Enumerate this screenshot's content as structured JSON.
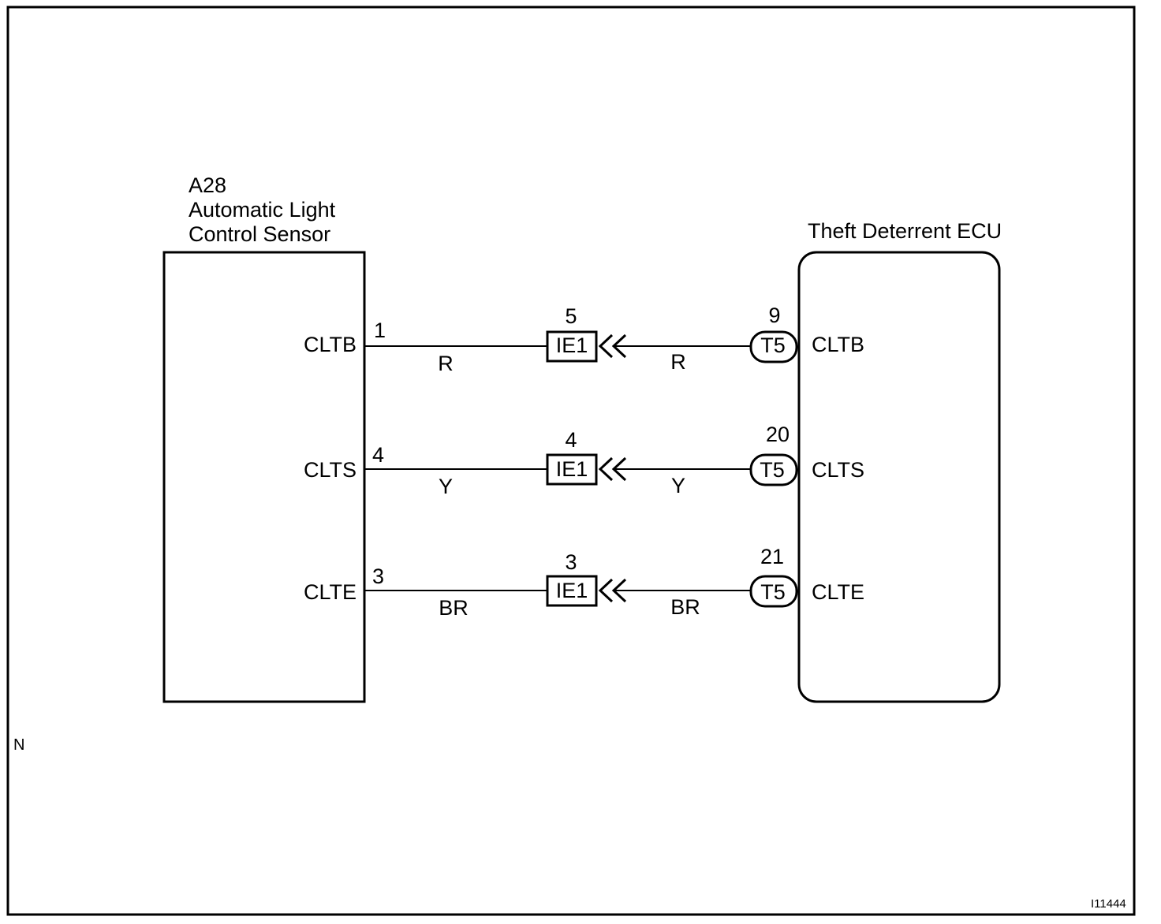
{
  "sensor": {
    "code": "A28",
    "name_line1": "Automatic Light",
    "name_line2": "Control Sensor"
  },
  "ecu": {
    "name": "Theft Deterrent ECU"
  },
  "circuits": [
    {
      "sensor_terminal": "CLTB",
      "sensor_pin": "1",
      "wire_left": "R",
      "junction": "IE1",
      "junction_pin": "5",
      "wire_right": "R",
      "ecu_connector": "T5",
      "ecu_pin": "9",
      "ecu_terminal": "CLTB"
    },
    {
      "sensor_terminal": "CLTS",
      "sensor_pin": "4",
      "wire_left": "Y",
      "junction": "IE1",
      "junction_pin": "4",
      "wire_right": "Y",
      "ecu_connector": "T5",
      "ecu_pin": "20",
      "ecu_terminal": "CLTS"
    },
    {
      "sensor_terminal": "CLTE",
      "sensor_pin": "3",
      "wire_left": "BR",
      "junction": "IE1",
      "junction_pin": "3",
      "wire_right": "BR",
      "ecu_connector": "T5",
      "ecu_pin": "21",
      "ecu_terminal": "CLTE"
    }
  ],
  "corner_mark": "N",
  "figure_id": "I11444"
}
